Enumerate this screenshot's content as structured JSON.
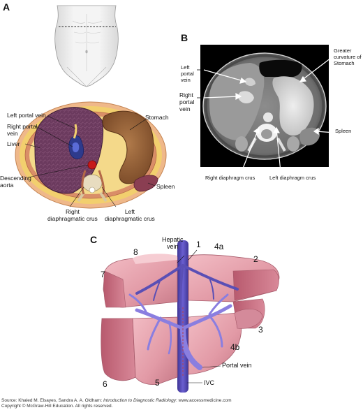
{
  "panels": {
    "a": {
      "letter": "A"
    },
    "b": {
      "letter": "B"
    },
    "c": {
      "letter": "C"
    }
  },
  "panel_a_labels": {
    "left_portal_vein": "Left portal vein",
    "right_portal_vein": "Right portal\nvein",
    "liver": "Liver",
    "descending_aorta": "Descending\naorta",
    "stomach": "Stomach",
    "spleen": "Spleen",
    "right_crus": "Right\ndiaphragmatic crus",
    "left_crus": "Left\ndiaphragmatic crus"
  },
  "panel_b_labels": {
    "left_portal_vein": "Left\nportal\nvein",
    "right_portal_vein": "Right\nportal\nvein",
    "greater_curvature": "Greater\ncurvature of\nStomach",
    "spleen": "Spleen",
    "right_crus": "Right diaphragm crus",
    "left_crus": "Left diaphragm crus"
  },
  "panel_c_labels": {
    "hepatic_vein": "Hepatic\nvein",
    "portal_vein": "Portal vein",
    "ivc": "IVC",
    "seg1": "1",
    "seg2": "2",
    "seg3": "3",
    "seg4a": "4a",
    "seg4b": "4b",
    "seg5": "5",
    "seg6": "6",
    "seg7": "7",
    "seg8": "8"
  },
  "footer": {
    "source_prefix": "Source: Khaled M. Elsayes, Sandra A. A. Oldham: ",
    "source_title": "Introduction to Diagnostic Radiology",
    "source_suffix": ": www.accessmedicine.com",
    "copyright": "Copyright © McGraw-Hill Education. All rights reserved."
  },
  "colors": {
    "liver": "#6b3a5e",
    "stomach": "#8a5a35",
    "fat": "#f2cf6e",
    "muscle": "#c97a5a",
    "portal": "#7d6fd0",
    "liver_3d": "#e7a6b0",
    "ivc": "#5a4fb5"
  }
}
